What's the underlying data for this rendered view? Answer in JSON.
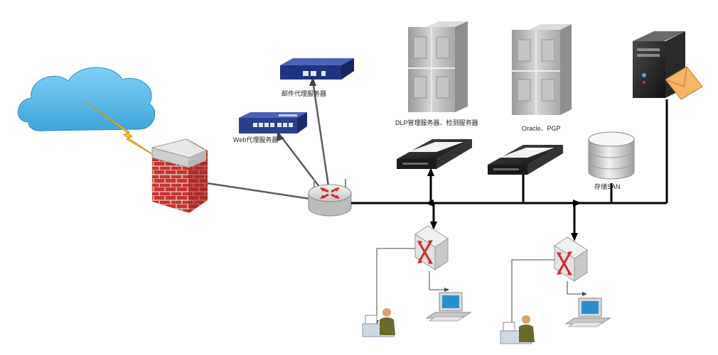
{
  "labels": {
    "mail_proxy": "邮件代理服务器",
    "web_proxy": "Web代理服务器",
    "dlp_server": "DLP管理服务器、检测服务器",
    "oracle_pgp": "Oracle、PGP",
    "storage_san": "存储SAN"
  },
  "colors": {
    "cloud": "#59b7e6",
    "firewall_brick": "#c9302c",
    "link_gray": "#555555",
    "backbone": "#000000",
    "device_blue": "#2a3f8f",
    "router_red": "#d42a2a"
  }
}
